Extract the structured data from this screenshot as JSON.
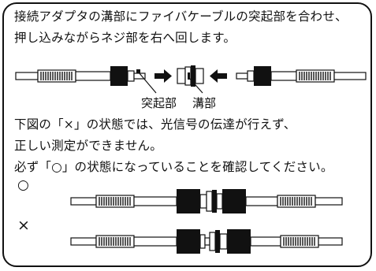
{
  "intro": {
    "line1": "接続アダプタの溝部にファイバケーブルの突起部を合わせ、",
    "line2": "押し込みながらネジ部を右へ回します。"
  },
  "labels": {
    "protrusion": "突起部",
    "groove": "溝部"
  },
  "warning": {
    "line1": "下図の「×」の状態では、光信号の伝達が行えず、",
    "line2": "正しい測定ができません。",
    "line3": "必ず「○」の状態になっていることを確認してください。"
  },
  "marks": {
    "ok": "○",
    "ng": "×"
  }
}
